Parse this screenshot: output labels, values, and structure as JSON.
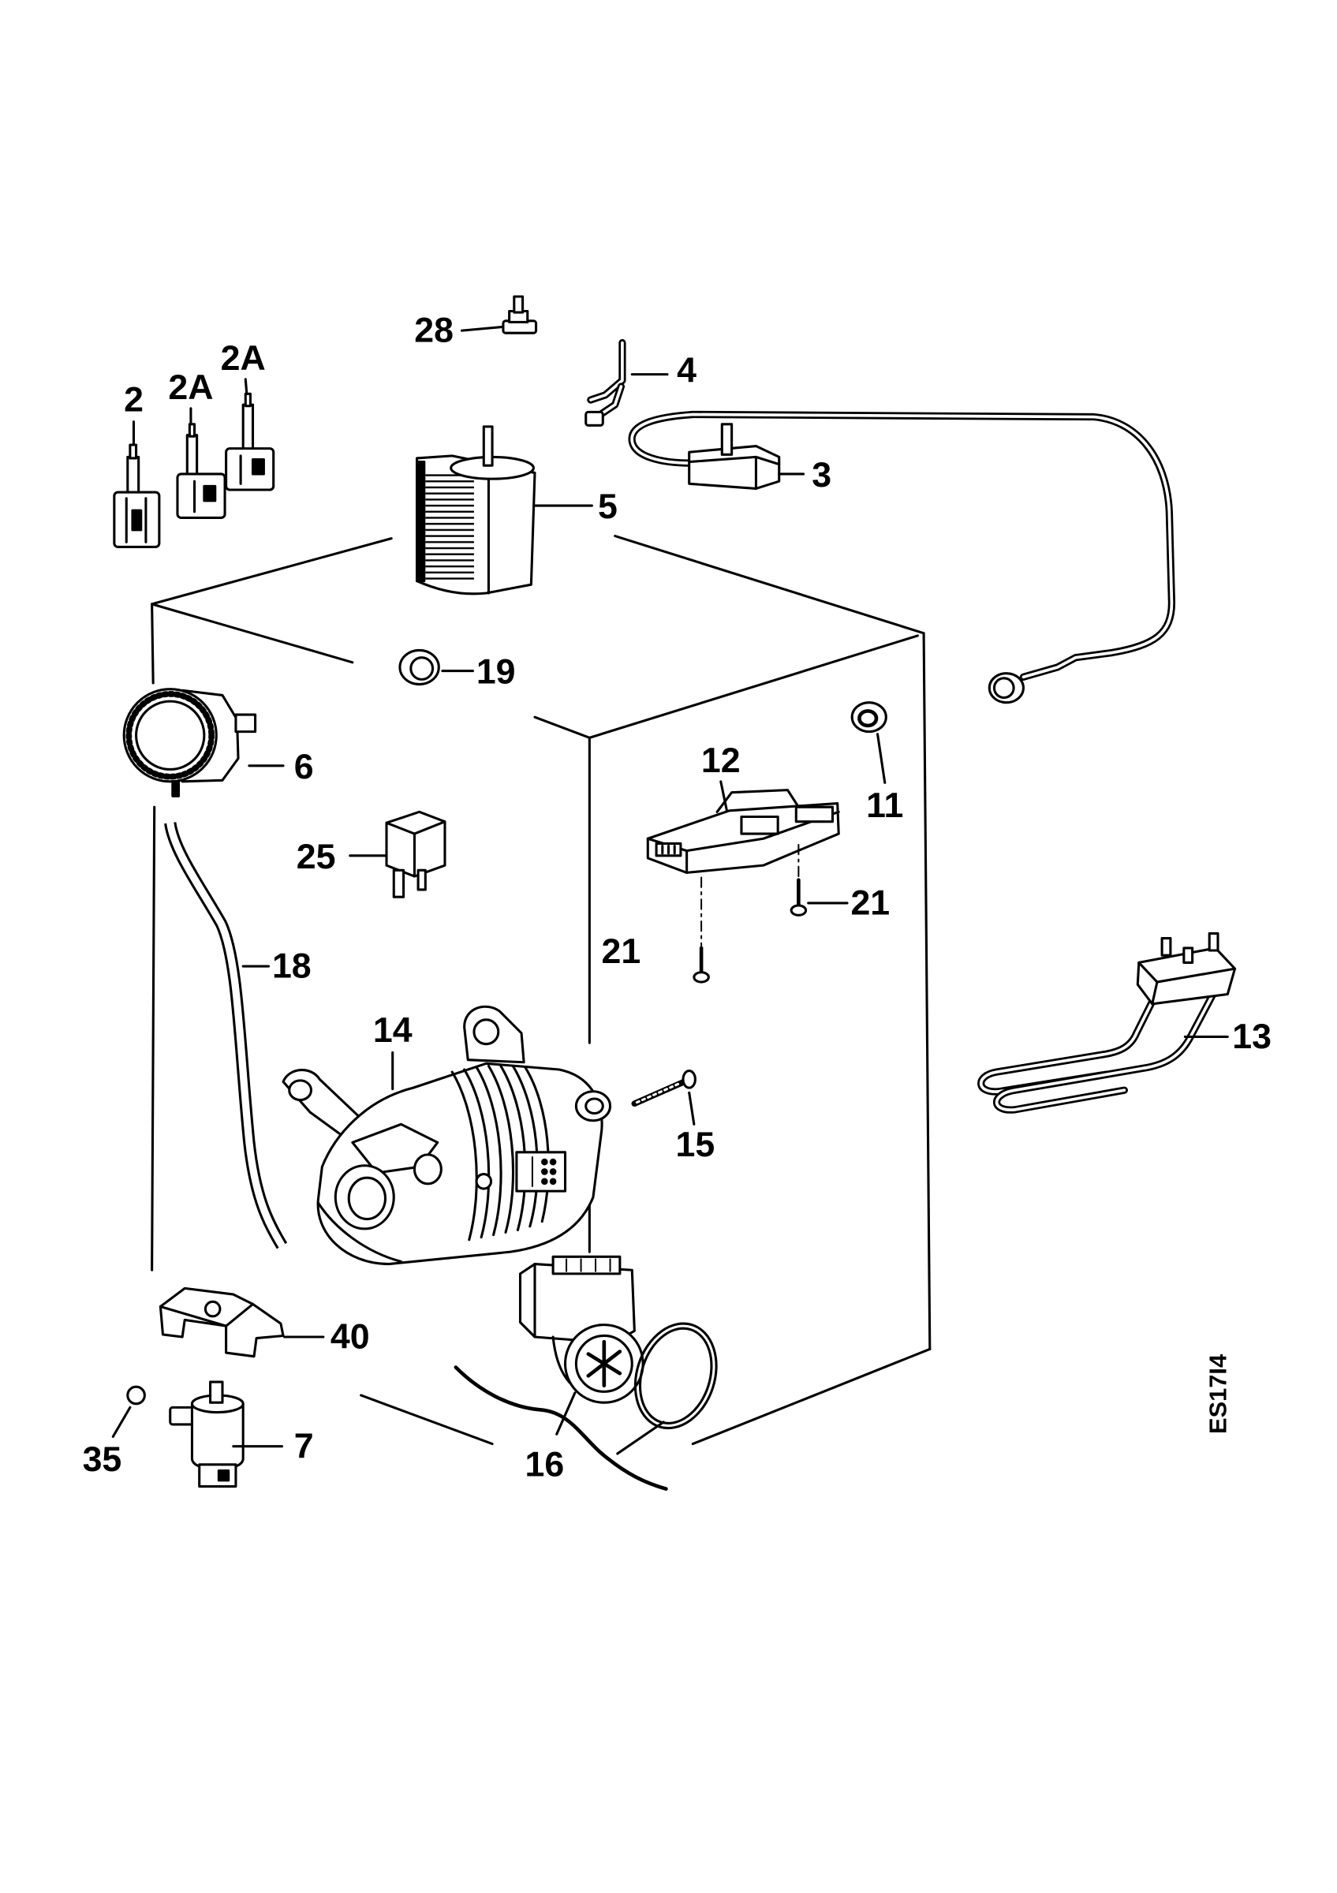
{
  "callouts": {
    "p28": "28",
    "p4": "4",
    "p2": "2",
    "p2a_1": "2A",
    "p2a_2": "2A",
    "p3": "3",
    "p5": "5",
    "p19": "19",
    "p6": "6",
    "p12": "12",
    "p11": "11",
    "p25": "25",
    "p21_a": "21",
    "p21_b": "21",
    "p18": "18",
    "p14": "14",
    "p13": "13",
    "p15": "15",
    "p40": "40",
    "p7": "7",
    "p35": "35",
    "p16": "16"
  },
  "figure_code": "ES17I4",
  "colors": {
    "ink": "#000000",
    "background": "#ffffff"
  }
}
